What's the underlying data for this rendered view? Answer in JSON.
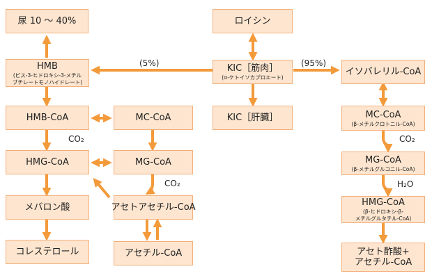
{
  "boxes": {
    "urine": {
      "main": "尿 10 〜 40%"
    },
    "leucine": {
      "main": "ロイシン"
    },
    "hmb": {
      "main": "HMB",
      "sub1": "(ビス-3-ヒドロキシ-3-メチル",
      "sub2": "ブチレートモノハイドレート)"
    },
    "kic": {
      "main": "KIC［筋肉］",
      "sub1": "(α-ケトイソカプロエート)"
    },
    "isovaleryl": {
      "main": "イソバレリル-CoA"
    },
    "hmb_coa": {
      "main": "HMB-CoA"
    },
    "mc_coa_left": {
      "main": "MC-CoA"
    },
    "kic_liver": {
      "main": "KIC［肝臓］"
    },
    "mc_coa_right": {
      "main": "MC-CoA",
      "sub1": "(β-メチルクロトニル-CoA)"
    },
    "hmg_coa_left": {
      "main": "HMG-CoA"
    },
    "mg_coa_left": {
      "main": "MG-CoA"
    },
    "mg_coa_right": {
      "main": "MG-CoA",
      "sub1": "(β-メチルグルコニル-CoA)"
    },
    "mevalonic": {
      "main": "メバロン酸"
    },
    "acetoacetyl": {
      "main": "アセトアセチル-CoA"
    },
    "hmg_coa_right": {
      "main": "HMG-CoA",
      "sub1": "(β-ヒドロキシ-β-",
      "sub2": "メチルグルタチル-CoA)"
    },
    "cholesterol": {
      "main": "コレステロール"
    },
    "acetyl": {
      "main": "アセチル-CoA"
    },
    "acetic": {
      "main": "アセト酢酸+",
      "main2": "アセチル-CoA"
    }
  },
  "labels": {
    "pct5": "(5%)",
    "pct95": "(95%)",
    "co2_a": "CO₂",
    "co2_b": "CO₂",
    "co2_c": "CO₂",
    "h2o": "H₂O"
  },
  "colors": {
    "arrow": "#f39a3a",
    "box_fill": "#fde5cf",
    "box_border": "#f4b07a"
  }
}
